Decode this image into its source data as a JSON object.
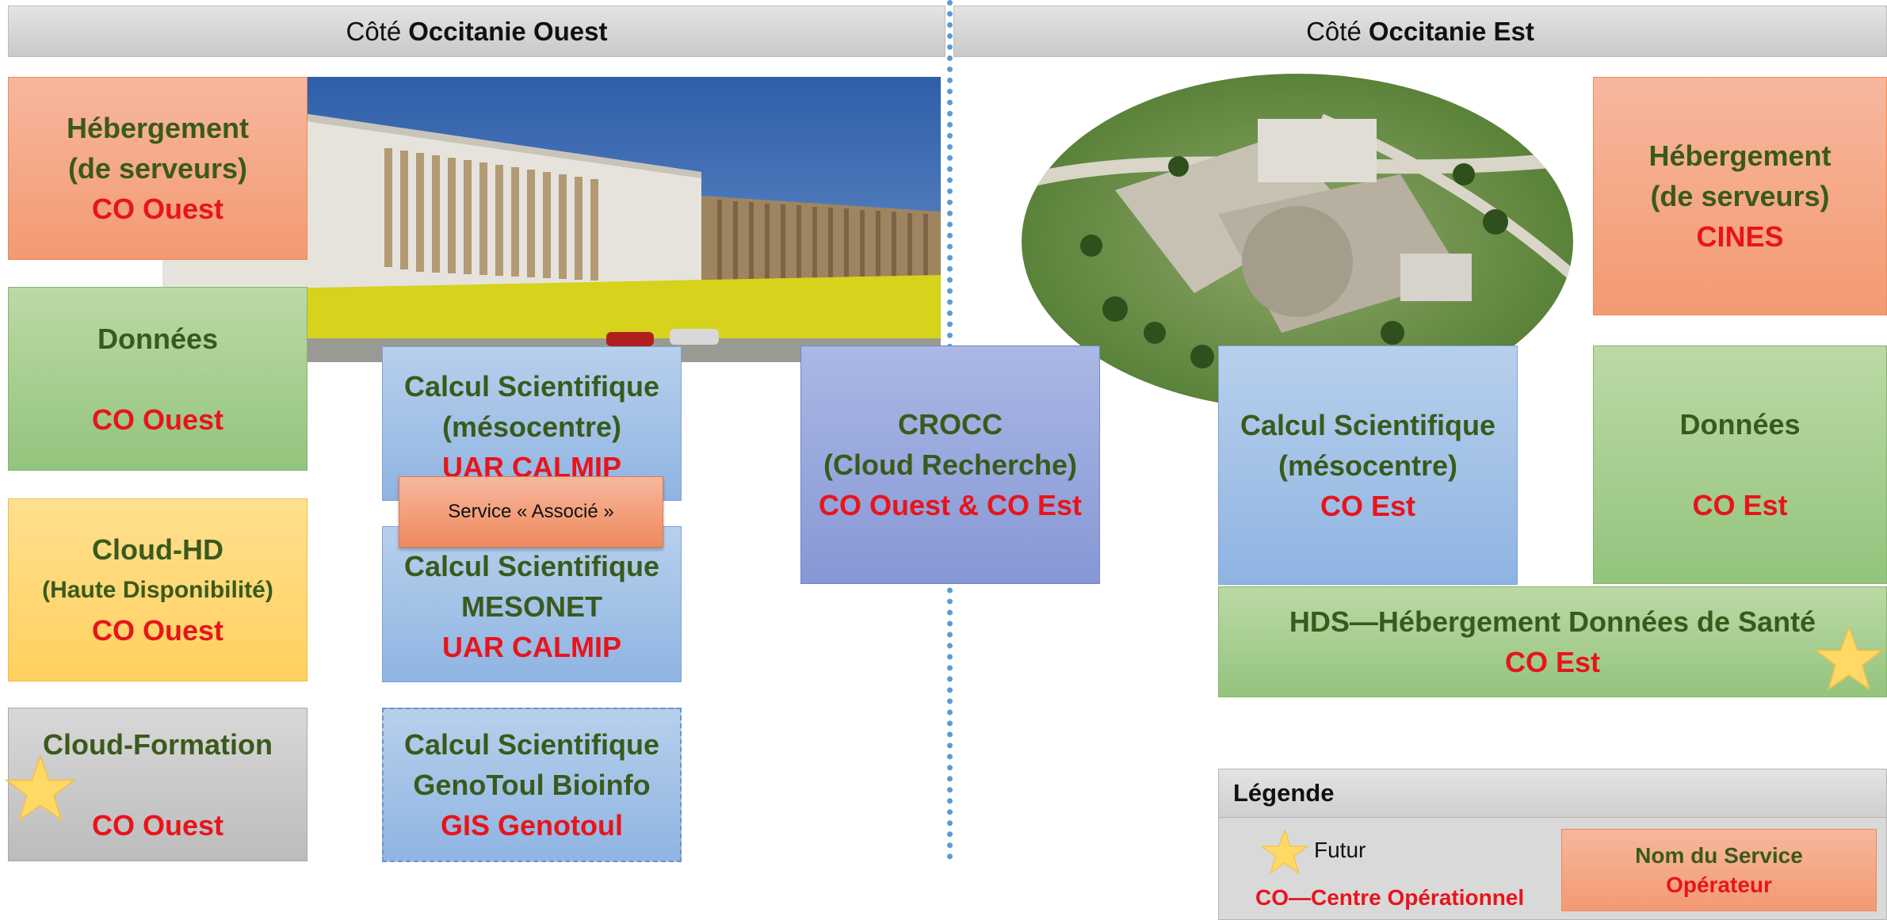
{
  "headers": {
    "ouest": {
      "prefix": "Côté",
      "bold": "Occitanie Ouest"
    },
    "est": {
      "prefix": "Côté",
      "bold": "Occitanie Est"
    }
  },
  "ouest_boxes": {
    "hebergement": {
      "line1": "Hébergement",
      "line2": "(de serveurs)",
      "operator": "CO Ouest"
    },
    "donnees": {
      "line1": "Données",
      "operator": "CO Ouest"
    },
    "cloud_hd": {
      "line1": "Cloud-HD",
      "line2": "(Haute Disponibilité)",
      "operator": "CO Ouest"
    },
    "cloud_formation": {
      "line1": "Cloud-Formation",
      "operator": "CO Ouest"
    }
  },
  "calcul_boxes": {
    "mesocentre_ouest": {
      "line1": "Calcul Scientifique",
      "line2": "(mésocentre)",
      "operator": "UAR CALMIP"
    },
    "associe_badge": "Service « Associé »",
    "mesonet": {
      "line1": "Calcul Scientifique",
      "line2": "MESONET",
      "operator": "UAR CALMIP"
    },
    "genotoul": {
      "line1": "Calcul Scientifique",
      "line2": "GenoToul Bioinfo",
      "operator": "GIS Genotoul"
    }
  },
  "crocc": {
    "line1": "CROCC",
    "line2": "(Cloud Recherche)",
    "operator": "CO Ouest & CO Est"
  },
  "est_boxes": {
    "mesocentre_est": {
      "line1": "Calcul Scientifique",
      "line2": "(mésocentre)",
      "operator": "CO Est"
    },
    "hebergement": {
      "line1": "Hébergement",
      "line2": "(de serveurs)",
      "operator": "CINES"
    },
    "donnees": {
      "line1": "Données",
      "operator": "CO Est"
    },
    "hds": {
      "line1": "HDS—Hébergement Données de Santé",
      "operator": "CO Est"
    }
  },
  "legend": {
    "title": "Légende",
    "futur": "Futur",
    "co": "CO—Centre Opérationnel",
    "sample_line1": "Nom du Service",
    "sample_line2": "Opérateur"
  },
  "photos": {
    "ouest": "building-photo",
    "est": "campus-aerial-photo"
  },
  "colors": {
    "operator_red": "#e8141b",
    "service_green": "#3a5a1c",
    "hosting_orange": "#f39a72",
    "data_green": "#93c47d",
    "cloud_yellow": "#ffd05e",
    "compute_blue": "#8fb4e2",
    "crocc_purple": "#8797d5",
    "divider_blue": "#5b9bd5",
    "star_yellow": "#ffd966"
  }
}
